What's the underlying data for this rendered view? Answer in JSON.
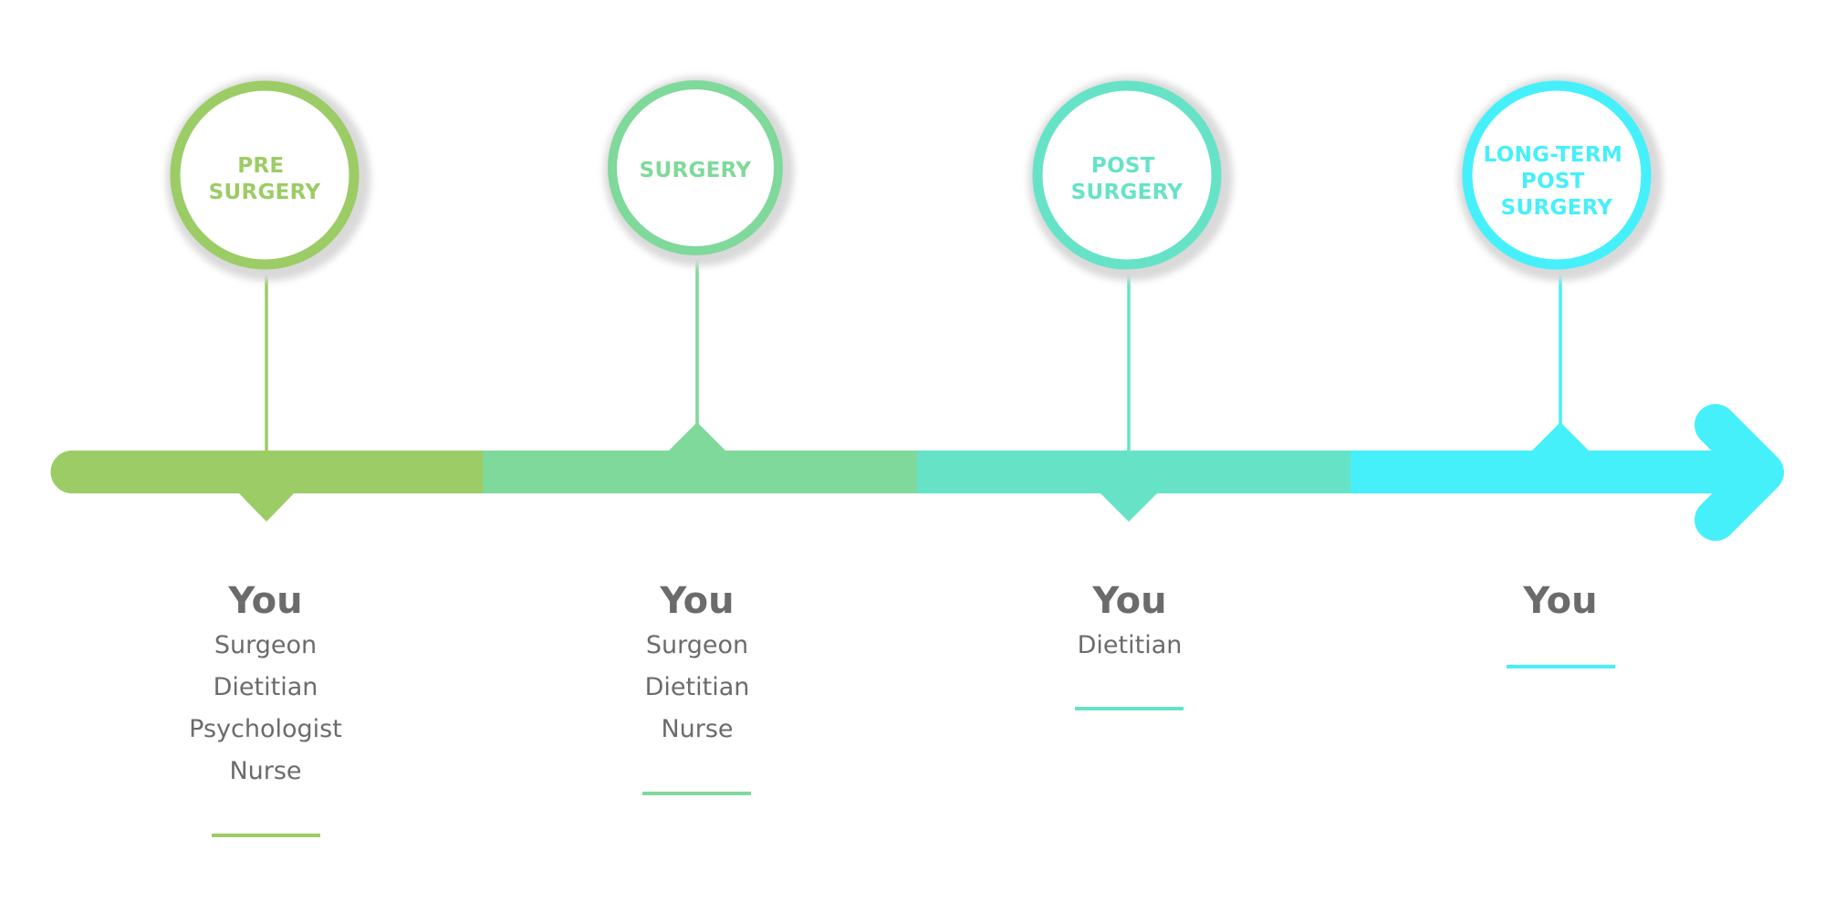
{
  "colors": {
    "stage1": "#9ccc65",
    "stage2": "#7fd99a",
    "stage3": "#66e3c6",
    "stage4": "#45f0fb",
    "text": "#6b6b6b"
  },
  "stages": [
    {
      "title_lines": [
        "PRE",
        "SURGERY"
      ],
      "who": "You",
      "roles": [
        "Surgeon",
        "Dietitian",
        "Psychologist",
        "Nurse"
      ]
    },
    {
      "title_lines": [
        "SURGERY"
      ],
      "who": "You",
      "roles": [
        "Surgeon",
        "Dietitian",
        "Nurse"
      ]
    },
    {
      "title_lines": [
        "POST",
        "SURGERY"
      ],
      "who": "You",
      "roles": [
        "Dietitian"
      ]
    },
    {
      "title_lines": [
        "LONG-TERM",
        "POST",
        "SURGERY"
      ],
      "who": "You",
      "roles": []
    }
  ]
}
